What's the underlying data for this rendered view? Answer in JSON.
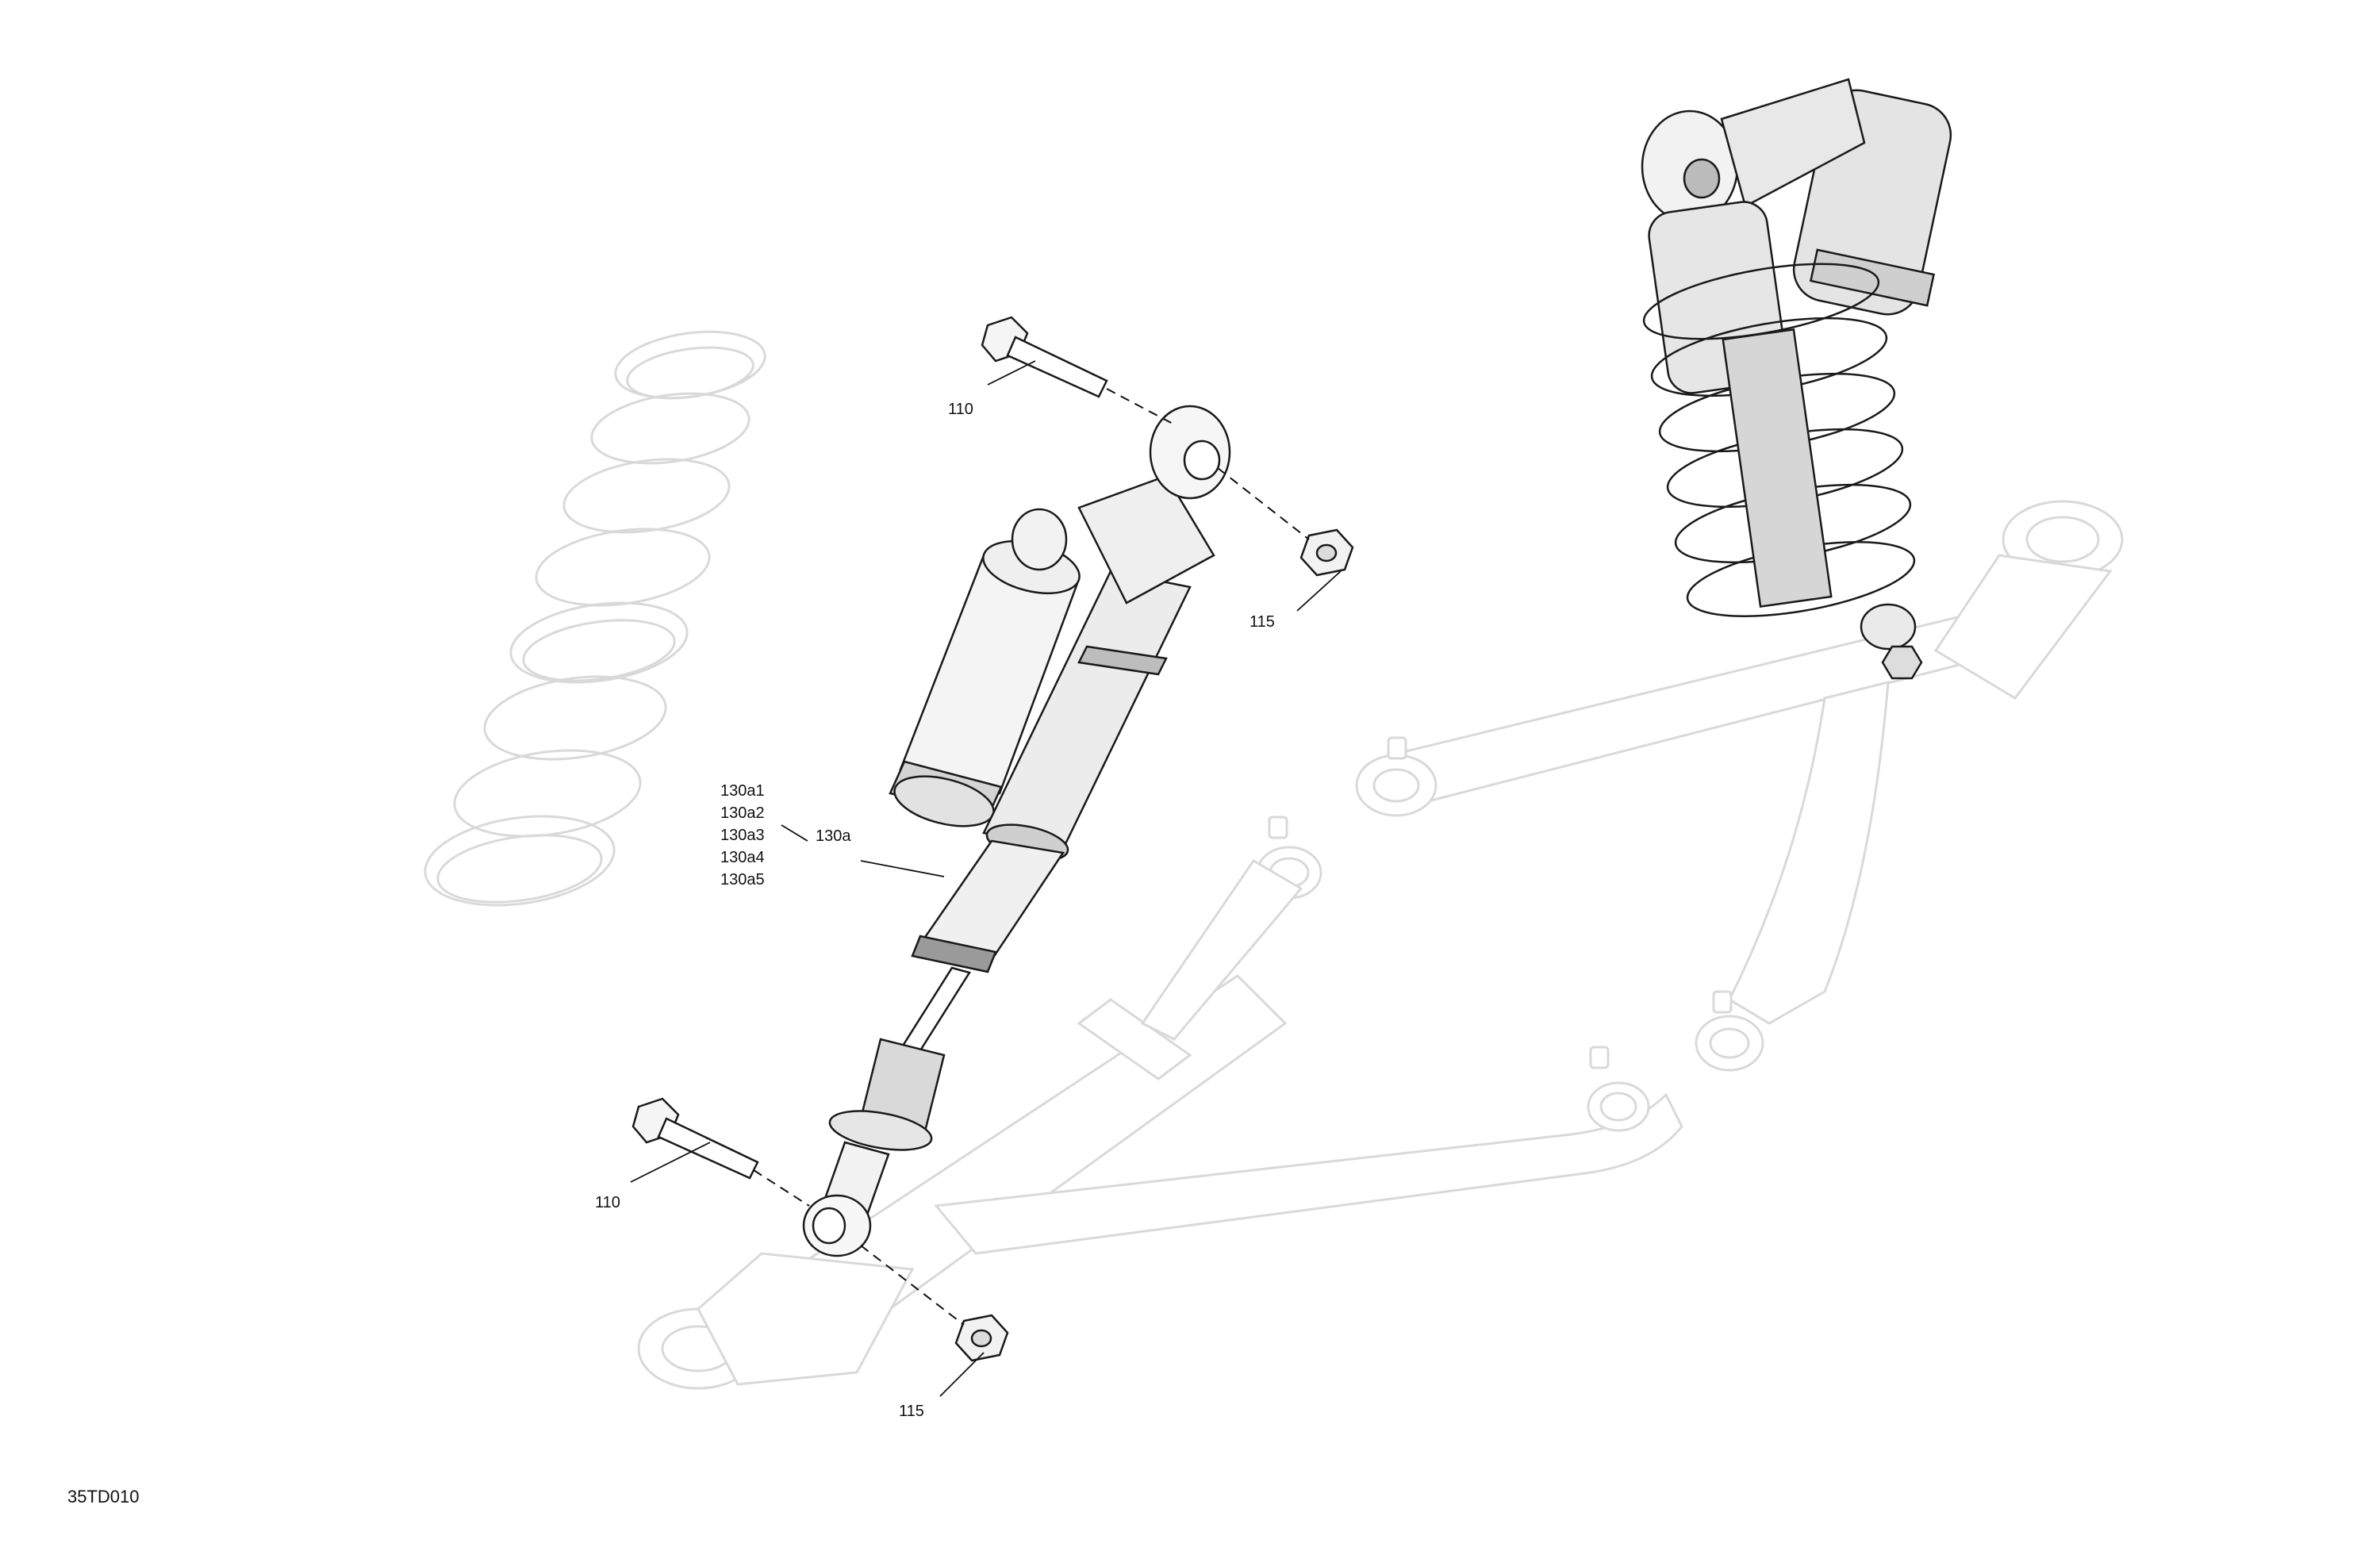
{
  "drawing": {
    "code": "35TD010",
    "callouts": {
      "bolt_upper": "110",
      "bolt_lower": "110",
      "nut_upper": "115",
      "nut_lower": "115",
      "shock_assembly": "130a",
      "sub_1": "130a1",
      "sub_2": "130a2",
      "sub_3": "130a3",
      "sub_4": "130a4",
      "sub_5": "130a5"
    }
  },
  "colors": {
    "line": "#1a1a1a",
    "ghost_line": "#d9d9d9",
    "shade": "#d8d8d8",
    "background": "#ffffff"
  }
}
